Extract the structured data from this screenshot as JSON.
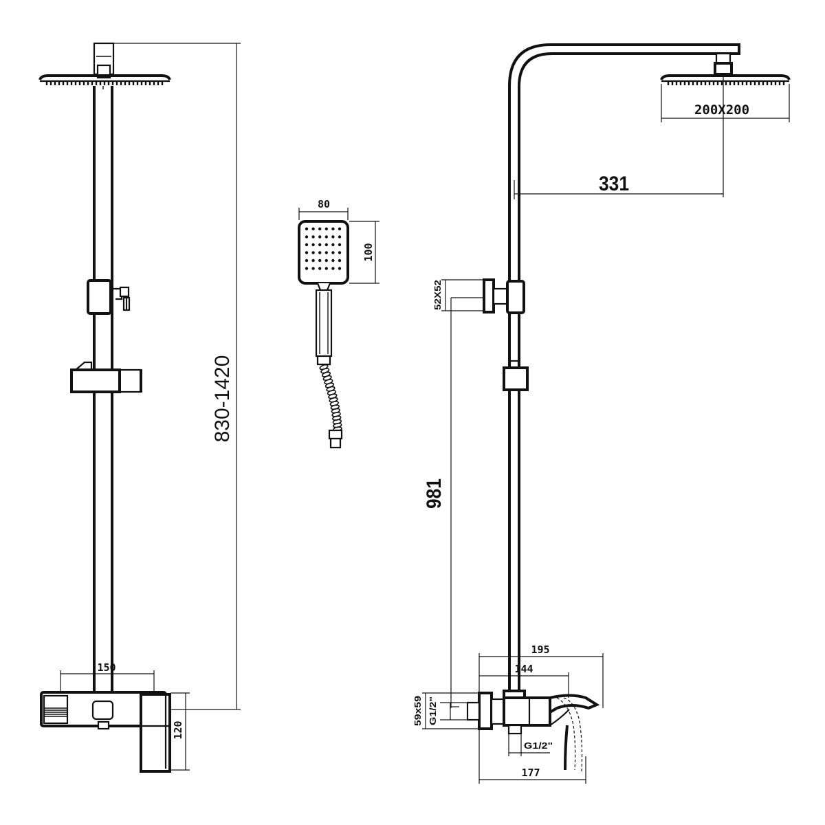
{
  "drawing": {
    "front_view": {
      "height_label": "830-1420",
      "mixer_width_label": "150",
      "mixer_height_label": "120"
    },
    "hand_shower": {
      "width_label": "80",
      "height_label": "100"
    },
    "side_view": {
      "head_size_label": "200X200",
      "arm_reach_label": "331",
      "bracket_label": "52X52",
      "pipe_height_label": "981",
      "spout_reach_label": "195",
      "mixer_depth_label": "144",
      "mixer_size_label": "59x59",
      "inlet_thread_label": "G1/2\"",
      "outlet_thread_label": "G1/2\"",
      "bottom_depth_label": "177"
    }
  }
}
